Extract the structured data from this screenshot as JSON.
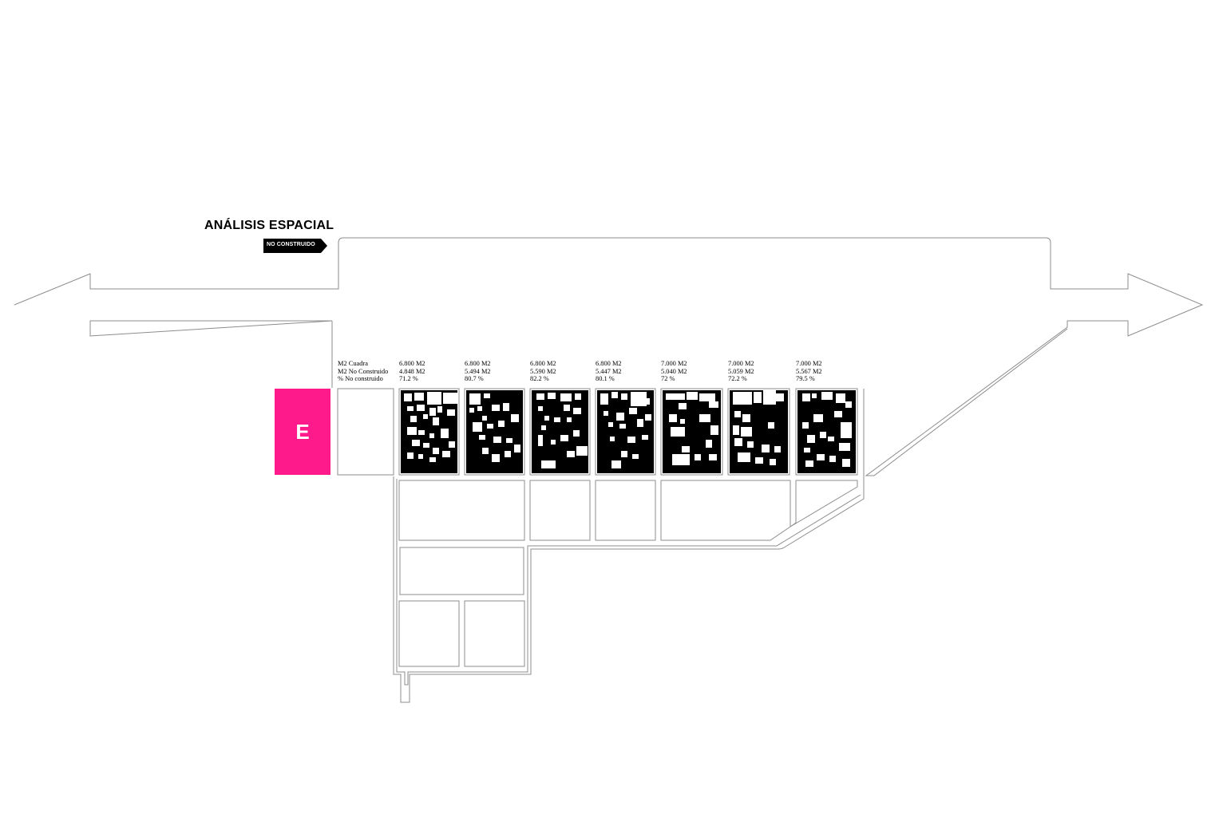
{
  "title": "ANÁLISIS ESPACIAL",
  "tag_label": "NO CONSTRUIDO",
  "zone_letter": "E",
  "zone_color": "#ff1a8c",
  "legend": {
    "line1": "M2 Cuadra",
    "line2": "M2 No Construido",
    "line3": "% No construido"
  },
  "blocks": [
    {
      "area": "6.800 M2",
      "unbuilt": "4.848 M2",
      "percent": "71.2 %",
      "percent_value": 71.2
    },
    {
      "area": "6.800 M2",
      "unbuilt": "5.494 M2",
      "percent": "80.7 %",
      "percent_value": 80.7
    },
    {
      "area": "6.800 M2",
      "unbuilt": "5.590 M2",
      "percent": "82.2 %",
      "percent_value": 82.2
    },
    {
      "area": "6.800 M2",
      "unbuilt": "5.447 M2",
      "percent": "80.1 %",
      "percent_value": 80.1
    },
    {
      "area": "7.000 M2",
      "unbuilt": "5.040 M2",
      "percent": "72 %",
      "percent_value": 72
    },
    {
      "area": "7.000 M2",
      "unbuilt": "5.059 M2",
      "percent": "72.2 %",
      "percent_value": 72.2
    },
    {
      "area": "7.000 M2",
      "unbuilt": "5.567 M2",
      "percent": "79.5 %",
      "percent_value": 79.5
    }
  ]
}
